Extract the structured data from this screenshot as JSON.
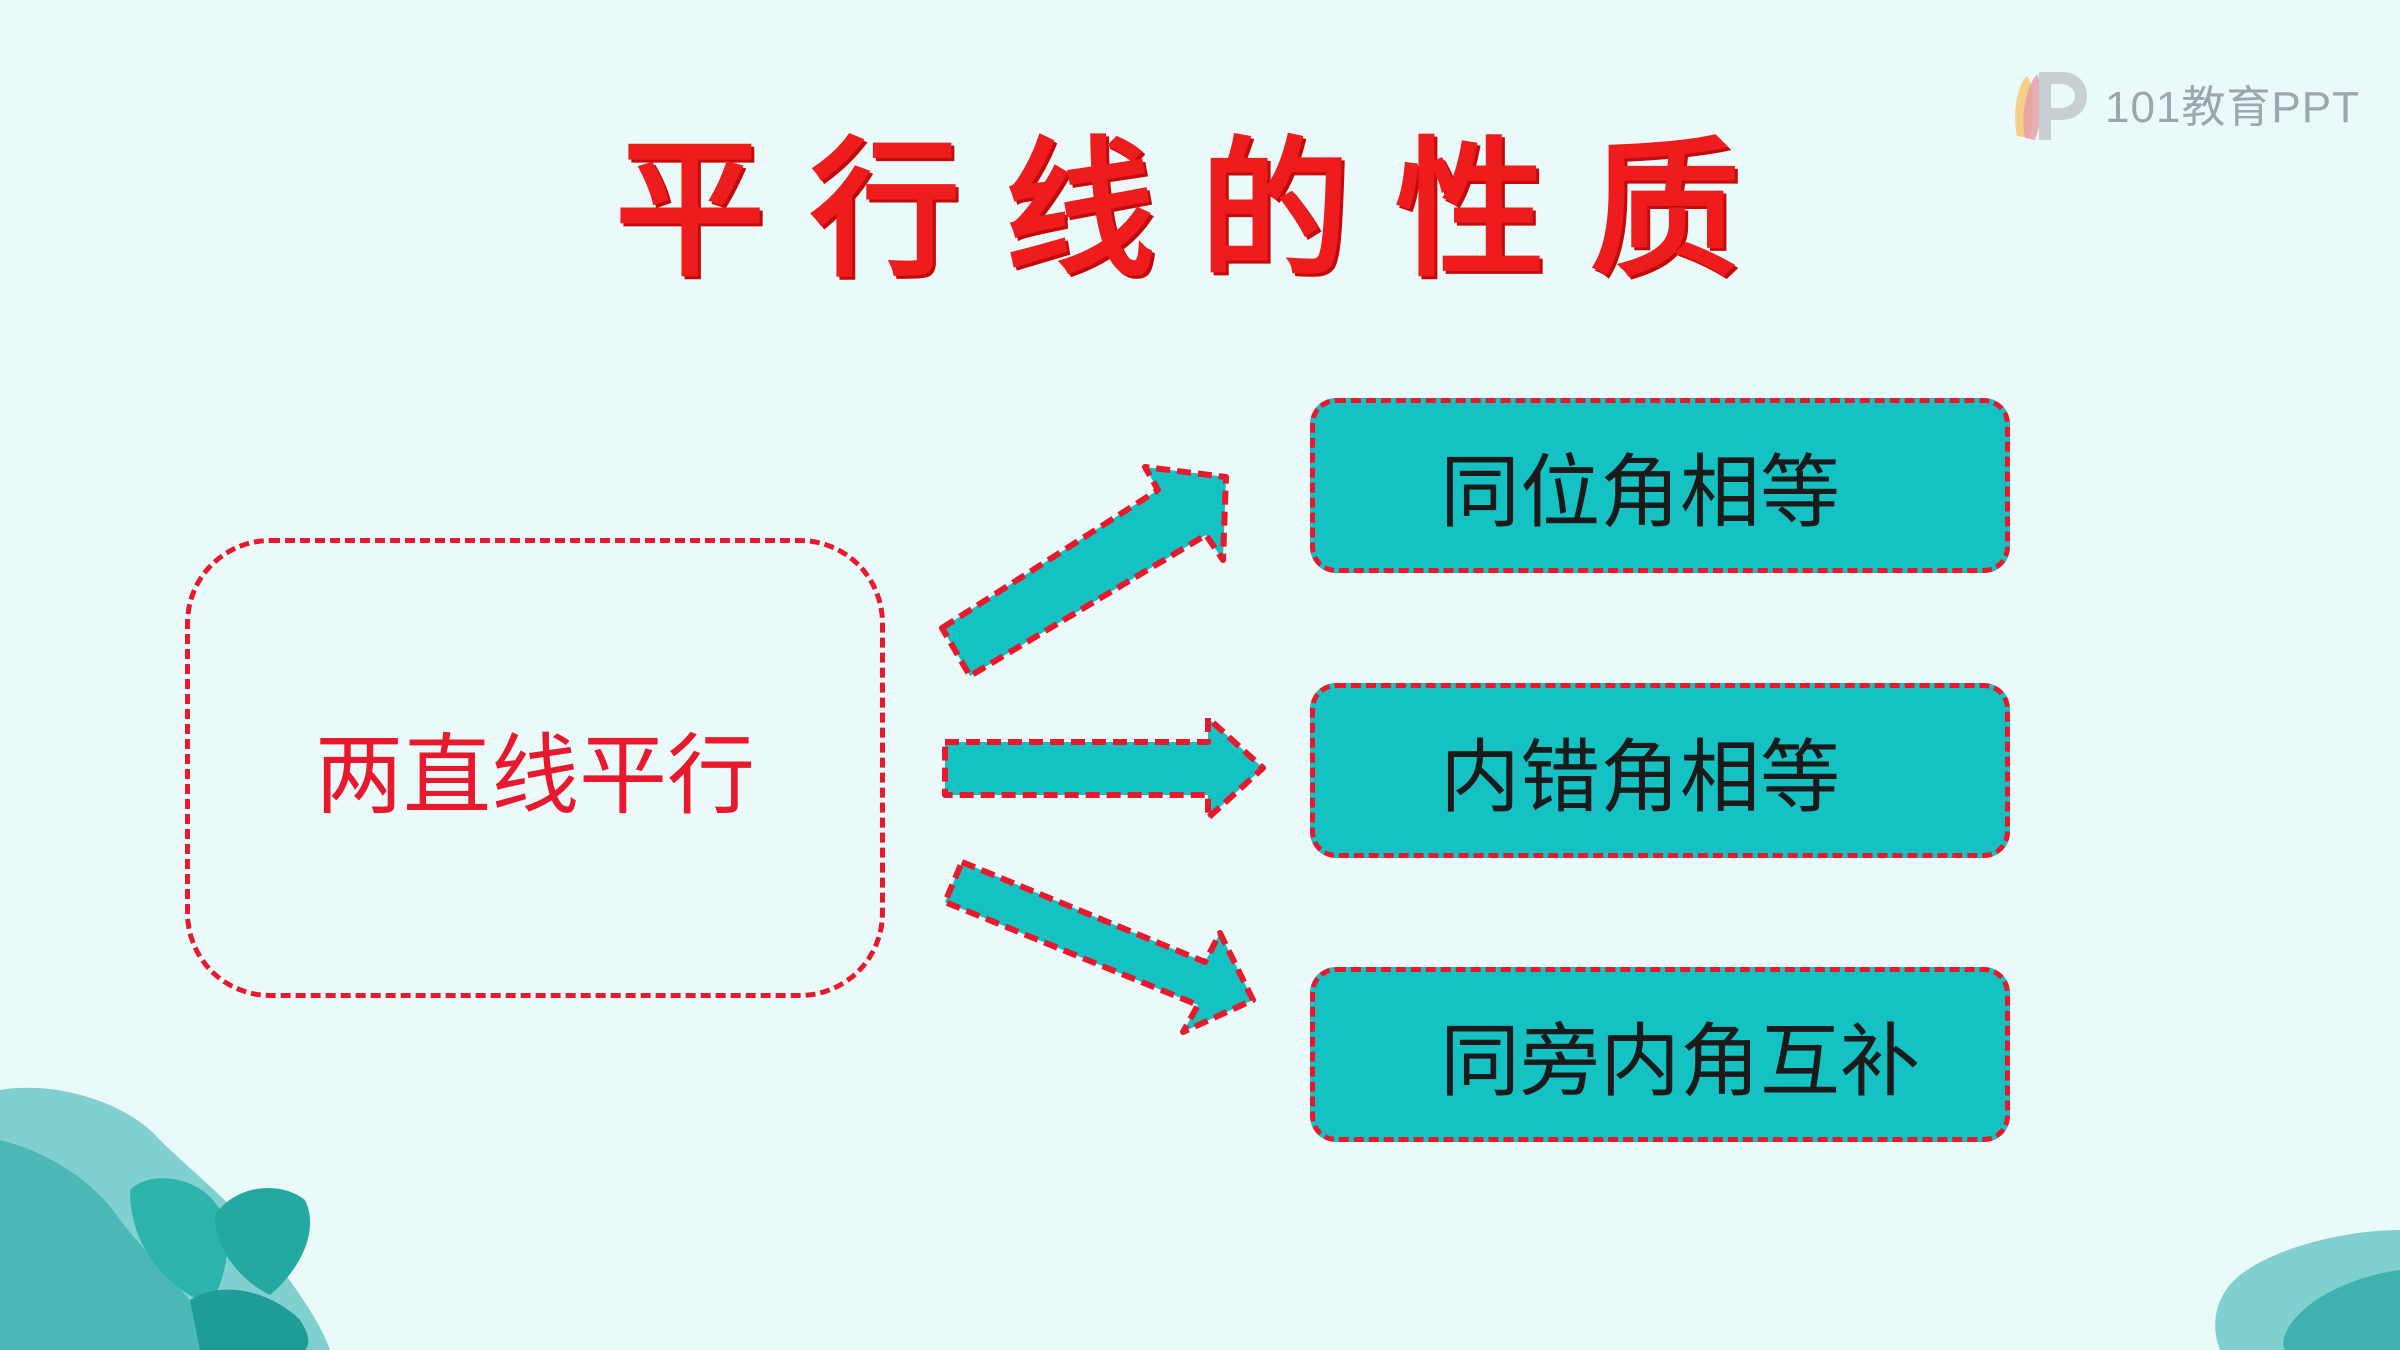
{
  "logo": {
    "text": "101教育PPT",
    "icon": "p-letter-logo-icon"
  },
  "title": "平行线的性质",
  "diagram": {
    "source": "两直线平行",
    "results": [
      "同位角相等",
      "内错角相等",
      "同旁内角互补"
    ]
  },
  "colors": {
    "background": "#eafafb",
    "accent_red": "#e8192c",
    "teal": "#14c1c3",
    "title_red": "#ee1c1c"
  }
}
